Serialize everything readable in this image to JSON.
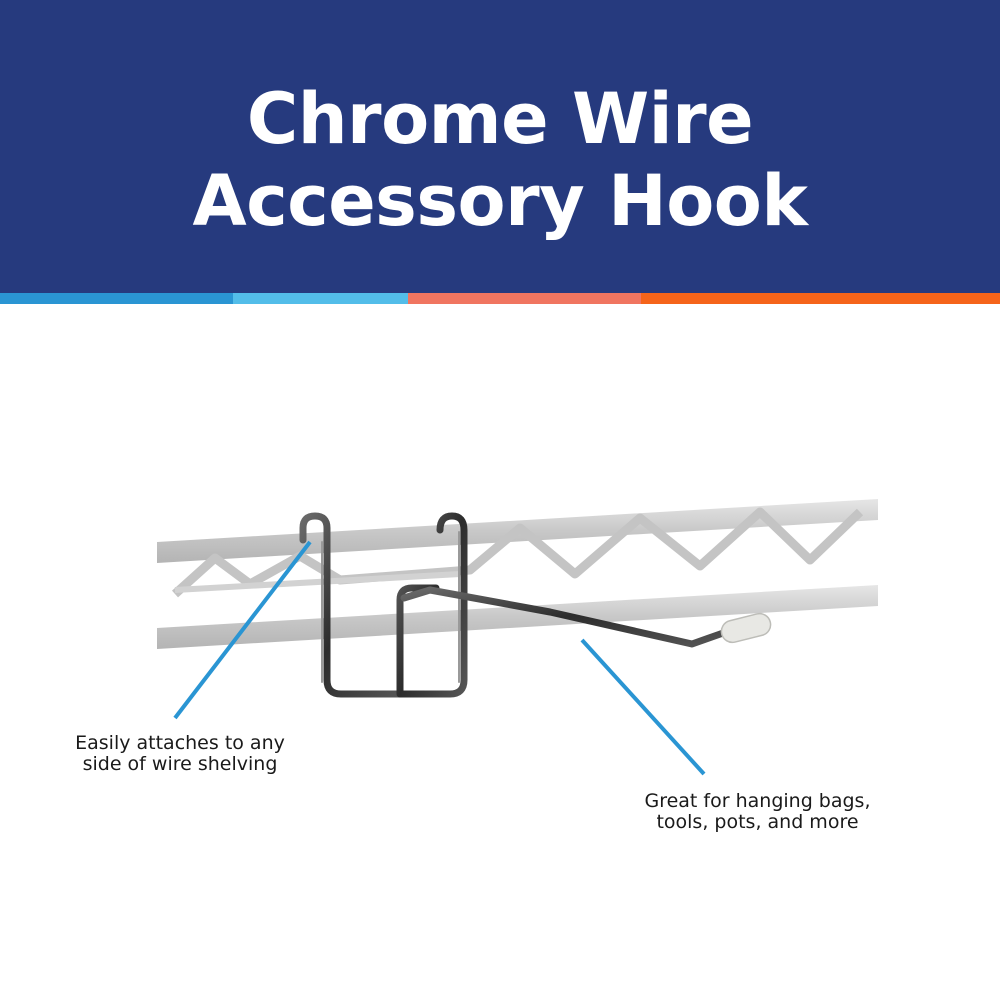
{
  "header": {
    "title_line1": "Chrome Wire",
    "title_line2": "Accessory Hook",
    "background_color": "#263a7e"
  },
  "stripe": {
    "colors": [
      "#2a95d3",
      "#53bde9",
      "#f07560",
      "#f5641a"
    ]
  },
  "callouts": {
    "left_line1": "Easily attaches to any",
    "left_line2": "side of wire shelving",
    "right_line1": "Great for hanging bags,",
    "right_line2": "tools, pots, and more",
    "line_color": "#2a95d3"
  },
  "illustration": {
    "shelf_color": "#c9c9c9",
    "hook_color": "#3a3a3a",
    "tip_color": "#e8e8e4"
  }
}
